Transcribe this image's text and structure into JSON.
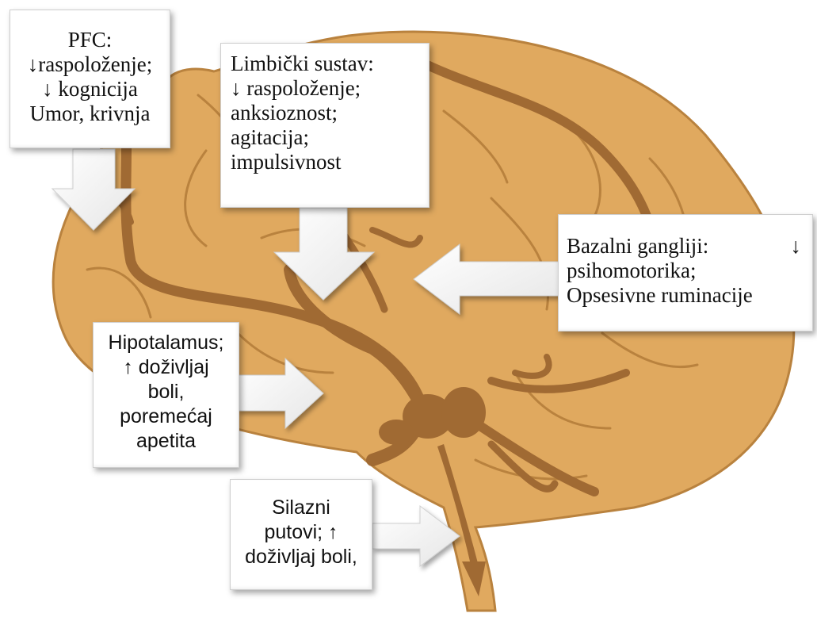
{
  "colors": {
    "brain_fill": "#E0A95F",
    "brain_stroke": "#B9823E",
    "pathway": "#A06A33",
    "box_bg": "#FFFFFF"
  },
  "labels": {
    "pfc": {
      "lines": [
        "PFC:",
        "↓raspoloženje;",
        "↓ kognicija",
        "Umor, krivnja"
      ]
    },
    "limbic": {
      "lines": [
        "Limbički sustav:",
        "↓ raspoloženje;",
        "anksioznost;",
        "agitacija;",
        "impulsivnost"
      ]
    },
    "basal": {
      "lines": [
        "Bazalni gangliji:",
        "↓",
        "psihomotorika;",
        "Opsesivne ruminacije"
      ]
    },
    "hypothalamus": {
      "lines": [
        "Hipotalamus;",
        "↑ doživljaj",
        "boli,",
        "poremećaj",
        "apetita"
      ]
    },
    "descending": {
      "lines": [
        "Silazni",
        "putovi; ↑",
        "doživljaj boli,"
      ]
    }
  }
}
